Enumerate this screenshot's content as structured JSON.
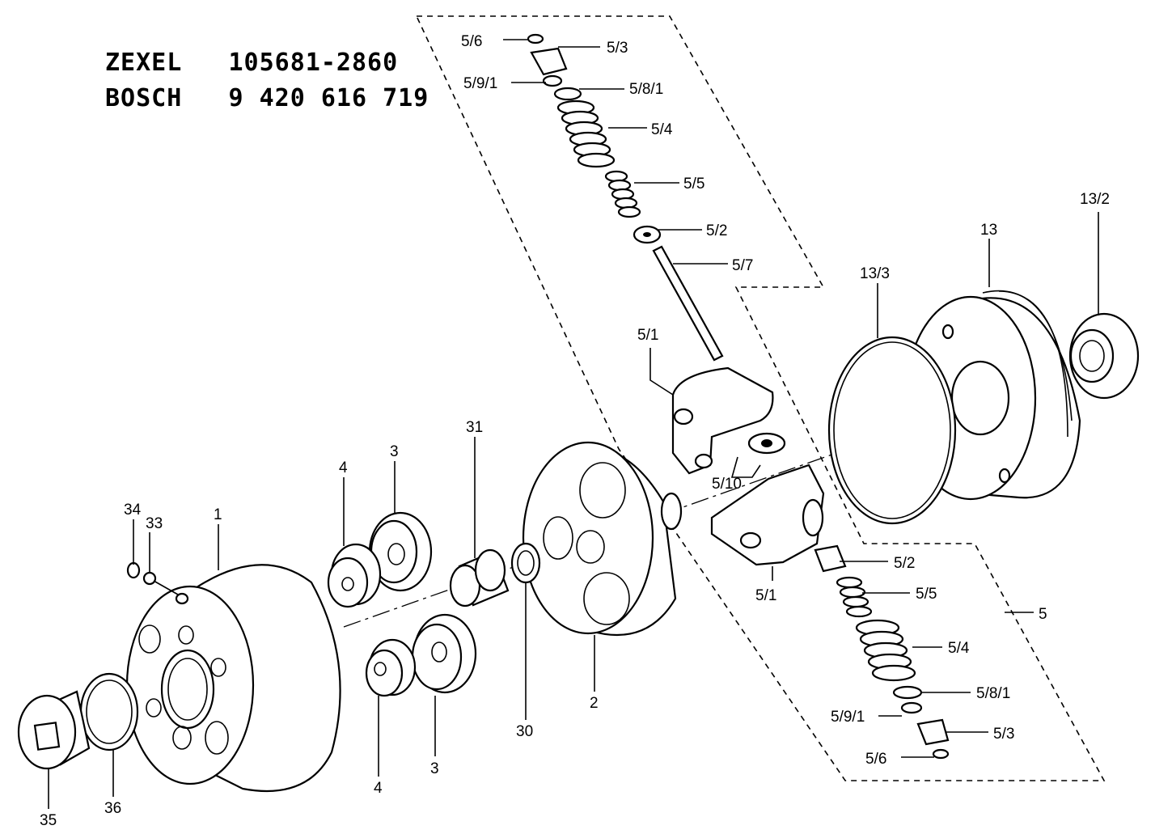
{
  "header": {
    "line1": "ZEXEL   105681-2860",
    "line2": "BOSCH   9 420 616 719"
  },
  "labels": {
    "p56_top": "5/6",
    "p53_top": "5/3",
    "p591_top": "5/9/1",
    "p581_top": "5/8/1",
    "p54_top": "5/4",
    "p55_top": "5/5",
    "p52_top": "5/2",
    "p57": "5/7",
    "p51_top": "5/1",
    "p510": "5/10",
    "p51_bot": "5/1",
    "p52_bot": "5/2",
    "p55_bot": "5/5",
    "p54_bot": "5/4",
    "p581_bot": "5/8/1",
    "p591_bot": "5/9/1",
    "p53_bot": "5/3",
    "p56_bot": "5/6",
    "p5": "5",
    "p13_2": "13/2",
    "p13": "13",
    "p13_3": "13/3",
    "p31": "31",
    "p3_top": "3",
    "p4_top": "4",
    "p3_bot": "3",
    "p4_bot": "4",
    "p30": "30",
    "p2": "2",
    "p1": "1",
    "p34": "34",
    "p33": "33",
    "p35": "35",
    "p36": "36"
  }
}
